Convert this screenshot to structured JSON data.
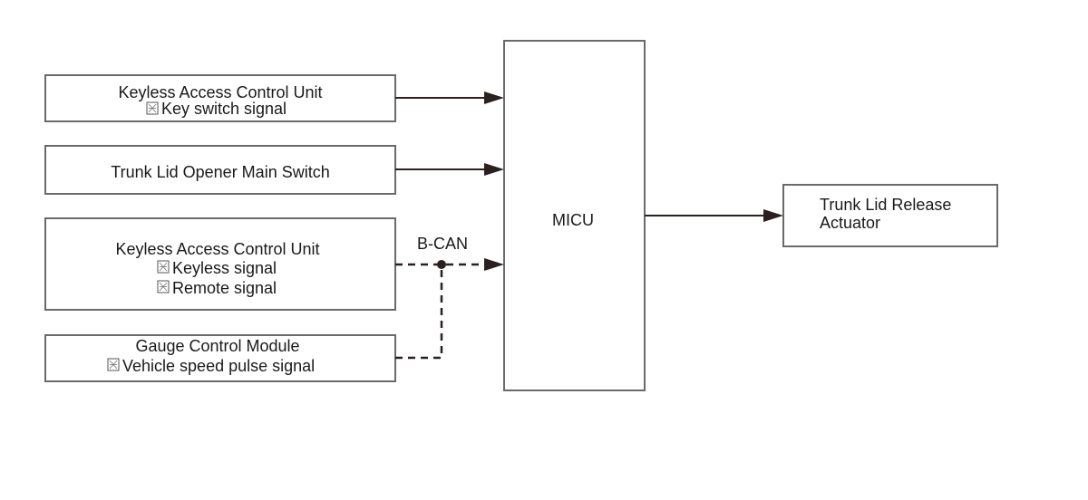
{
  "blocks": {
    "keyless_unit_1": {
      "title": "Keyless Access Control Unit",
      "signals": [
        "Key switch signal"
      ]
    },
    "trunk_switch": {
      "title": "Trunk Lid Opener Main Switch"
    },
    "keyless_unit_2": {
      "title": "Keyless Access Control Unit",
      "signals": [
        "Keyless signal",
        "Remote signal"
      ]
    },
    "gauge_module": {
      "title": "Gauge Control Module",
      "signals": [
        "Vehicle speed pulse signal"
      ]
    },
    "micu": {
      "title": "MICU"
    },
    "actuator": {
      "title_line1": "Trunk Lid Release",
      "title_line2": "Actuator"
    }
  },
  "bus_label": "B-CAN",
  "colors": {
    "line": "#2b2020",
    "box_border": "#6a6a6a",
    "text": "#1a1a1a"
  }
}
